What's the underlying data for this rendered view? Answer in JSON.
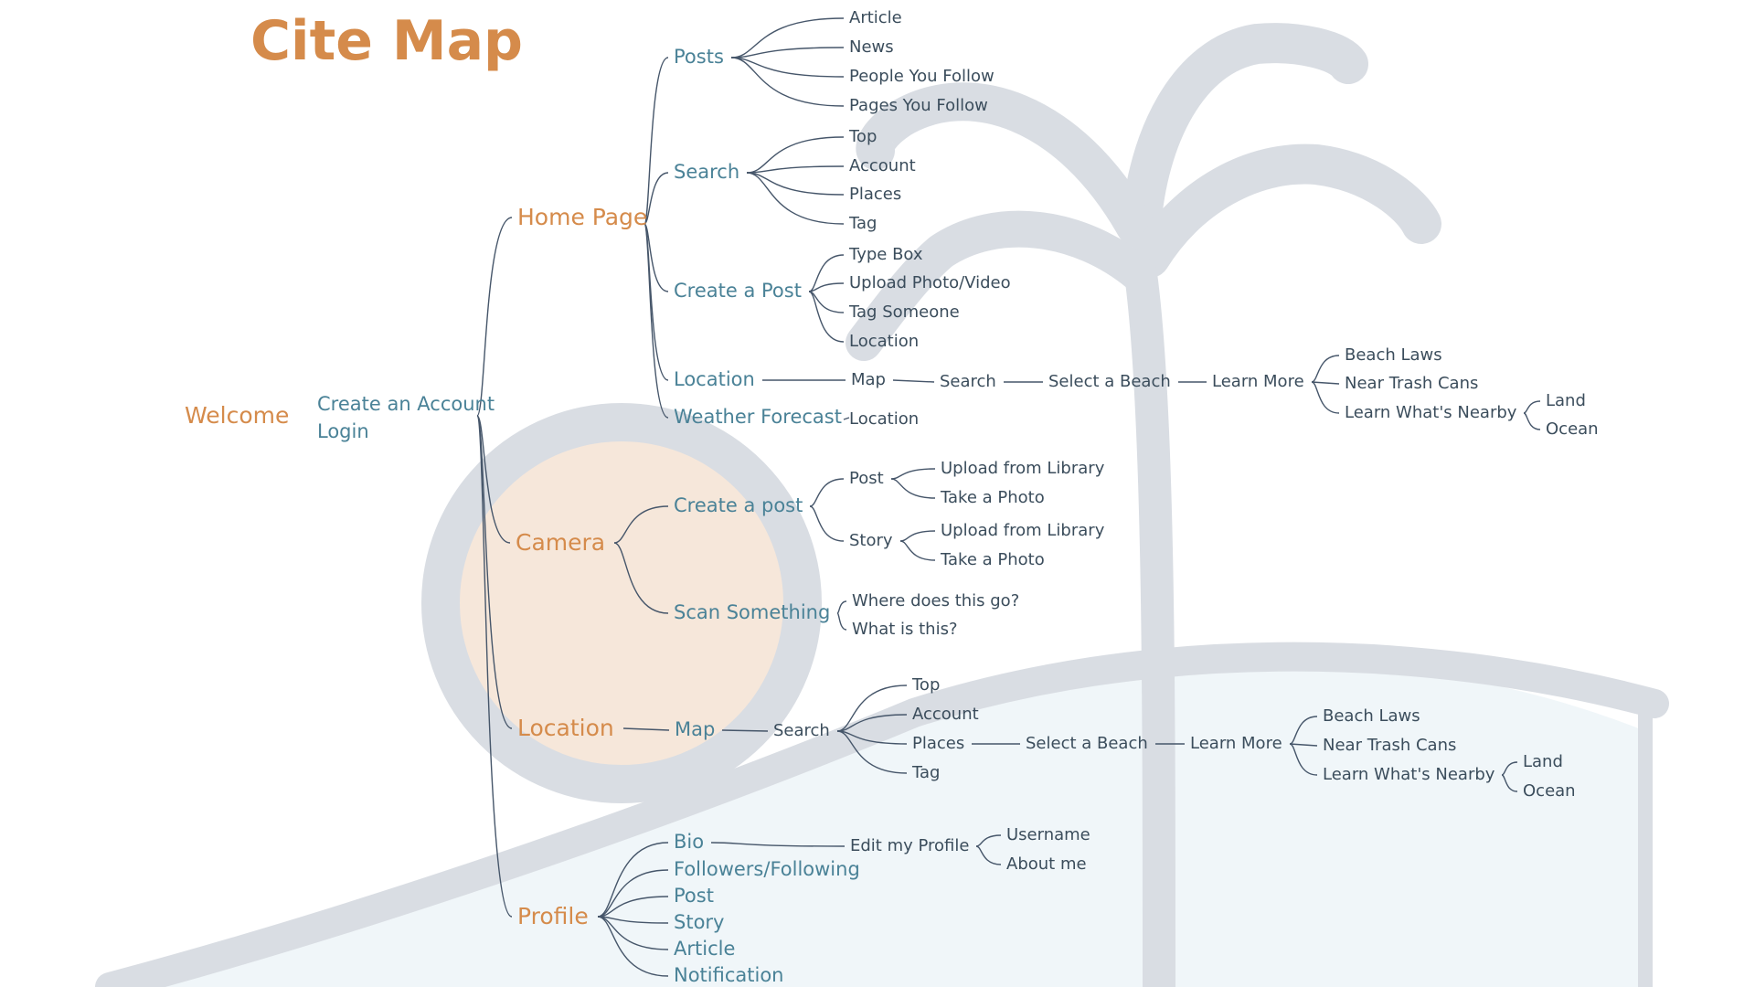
{
  "title": "Cite Map",
  "colors": {
    "title": "#d58b4b",
    "primary": "#d58b4b",
    "secondary": "#4a8297",
    "leaf": "#3b4d5c",
    "edge": "#46566a",
    "palm": "#d9dde3",
    "sun": "#f6e7da",
    "water": "#f0f6f9"
  },
  "nodes": [
    {
      "id": "welcome",
      "label": "Welcome",
      "level": "main"
    },
    {
      "id": "create-account",
      "label": "Create an Account",
      "level": "sec"
    },
    {
      "id": "login",
      "label": "Login",
      "level": "sec"
    },
    {
      "id": "home",
      "label": "Home Page",
      "level": "main"
    },
    {
      "id": "posts",
      "label": "Posts",
      "level": "sec"
    },
    {
      "id": "article",
      "label": "Article",
      "level": "leaf"
    },
    {
      "id": "news",
      "label": "News",
      "level": "leaf"
    },
    {
      "id": "people-follow",
      "label": "People You Follow",
      "level": "leaf"
    },
    {
      "id": "pages-follow",
      "label": "Pages You Follow",
      "level": "leaf"
    },
    {
      "id": "search1",
      "label": "Search",
      "level": "sec"
    },
    {
      "id": "top1",
      "label": "Top",
      "level": "leaf"
    },
    {
      "id": "account1",
      "label": "Account",
      "level": "leaf"
    },
    {
      "id": "places1",
      "label": "Places",
      "level": "leaf"
    },
    {
      "id": "tag1",
      "label": "Tag",
      "level": "leaf"
    },
    {
      "id": "create-post1",
      "label": "Create a Post",
      "level": "sec"
    },
    {
      "id": "type-box",
      "label": "Type Box",
      "level": "leaf"
    },
    {
      "id": "upload-pv",
      "label": "Upload Photo/Video",
      "level": "leaf"
    },
    {
      "id": "tag-someone",
      "label": "Tag Someone",
      "level": "leaf"
    },
    {
      "id": "location-cp",
      "label": "Location",
      "level": "leaf"
    },
    {
      "id": "location1",
      "label": "Location",
      "level": "sec"
    },
    {
      "id": "map1",
      "label": "Map",
      "level": "leaf"
    },
    {
      "id": "search2",
      "label": "Search",
      "level": "leaf"
    },
    {
      "id": "select-beach1",
      "label": "Select a Beach",
      "level": "leaf"
    },
    {
      "id": "learn-more1",
      "label": "Learn More",
      "level": "leaf"
    },
    {
      "id": "beach-laws1",
      "label": "Beach Laws",
      "level": "leaf"
    },
    {
      "id": "near-trash1",
      "label": "Near Trash Cans",
      "level": "leaf"
    },
    {
      "id": "whats-nearby1",
      "label": "Learn What's Nearby",
      "level": "leaf"
    },
    {
      "id": "land1",
      "label": "Land",
      "level": "leaf"
    },
    {
      "id": "ocean1",
      "label": "Ocean",
      "level": "leaf"
    },
    {
      "id": "weather",
      "label": "Weather Forecast",
      "level": "sec"
    },
    {
      "id": "weather-location",
      "label": "Location",
      "level": "leaf"
    },
    {
      "id": "camera",
      "label": "Camera",
      "level": "main"
    },
    {
      "id": "create-post2",
      "label": "Create a post",
      "level": "sec"
    },
    {
      "id": "post2",
      "label": "Post",
      "level": "leaf"
    },
    {
      "id": "upload-lib1",
      "label": "Upload from Library",
      "level": "leaf"
    },
    {
      "id": "take-photo1",
      "label": "Take a Photo",
      "level": "leaf"
    },
    {
      "id": "story2",
      "label": "Story",
      "level": "leaf"
    },
    {
      "id": "upload-lib2",
      "label": "Upload from Library",
      "level": "leaf"
    },
    {
      "id": "take-photo2",
      "label": "Take a Photo",
      "level": "leaf"
    },
    {
      "id": "scan",
      "label": "Scan Something",
      "level": "sec"
    },
    {
      "id": "where-go",
      "label": "Where does this go?",
      "level": "leaf"
    },
    {
      "id": "what-is",
      "label": "What is this?",
      "level": "leaf"
    },
    {
      "id": "location-main",
      "label": "Location",
      "level": "main"
    },
    {
      "id": "map2",
      "label": "Map",
      "level": "sec"
    },
    {
      "id": "search3",
      "label": "Search",
      "level": "leaf"
    },
    {
      "id": "top2",
      "label": "Top",
      "level": "leaf"
    },
    {
      "id": "account2",
      "label": "Account",
      "level": "leaf"
    },
    {
      "id": "places2",
      "label": "Places",
      "level": "leaf"
    },
    {
      "id": "tag2",
      "label": "Tag",
      "level": "leaf"
    },
    {
      "id": "select-beach2",
      "label": "Select a Beach",
      "level": "leaf"
    },
    {
      "id": "learn-more2",
      "label": "Learn More",
      "level": "leaf"
    },
    {
      "id": "beach-laws2",
      "label": "Beach Laws",
      "level": "leaf"
    },
    {
      "id": "near-trash2",
      "label": "Near Trash Cans",
      "level": "leaf"
    },
    {
      "id": "whats-nearby2",
      "label": "Learn What's Nearby",
      "level": "leaf"
    },
    {
      "id": "land2",
      "label": "Land",
      "level": "leaf"
    },
    {
      "id": "ocean2",
      "label": "Ocean",
      "level": "leaf"
    },
    {
      "id": "profile",
      "label": "Profile",
      "level": "main"
    },
    {
      "id": "bio",
      "label": "Bio",
      "level": "sec"
    },
    {
      "id": "edit-profile",
      "label": "Edit my Profile",
      "level": "leaf"
    },
    {
      "id": "username",
      "label": "Username",
      "level": "leaf"
    },
    {
      "id": "about-me",
      "label": "About me",
      "level": "leaf"
    },
    {
      "id": "followers",
      "label": "Followers/Following",
      "level": "sec"
    },
    {
      "id": "post-p",
      "label": "Post",
      "level": "sec"
    },
    {
      "id": "story-p",
      "label": "Story",
      "level": "sec"
    },
    {
      "id": "article-p",
      "label": "Article",
      "level": "sec"
    },
    {
      "id": "notification",
      "label": "Notification",
      "level": "sec"
    }
  ],
  "edges": [
    [
      "welcome",
      "home"
    ],
    [
      "welcome",
      "camera"
    ],
    [
      "welcome",
      "location-main"
    ],
    [
      "welcome",
      "profile"
    ],
    [
      "home",
      "posts"
    ],
    [
      "home",
      "search1"
    ],
    [
      "home",
      "create-post1"
    ],
    [
      "home",
      "location1"
    ],
    [
      "home",
      "weather"
    ],
    [
      "posts",
      "article"
    ],
    [
      "posts",
      "news"
    ],
    [
      "posts",
      "people-follow"
    ],
    [
      "posts",
      "pages-follow"
    ],
    [
      "search1",
      "top1"
    ],
    [
      "search1",
      "account1"
    ],
    [
      "search1",
      "places1"
    ],
    [
      "search1",
      "tag1"
    ],
    [
      "create-post1",
      "type-box"
    ],
    [
      "create-post1",
      "upload-pv"
    ],
    [
      "create-post1",
      "tag-someone"
    ],
    [
      "create-post1",
      "location-cp"
    ],
    [
      "location1",
      "map1"
    ],
    [
      "map1",
      "search2"
    ],
    [
      "search2",
      "select-beach1"
    ],
    [
      "select-beach1",
      "learn-more1"
    ],
    [
      "learn-more1",
      "beach-laws1"
    ],
    [
      "learn-more1",
      "near-trash1"
    ],
    [
      "learn-more1",
      "whats-nearby1"
    ],
    [
      "whats-nearby1",
      "land1"
    ],
    [
      "whats-nearby1",
      "ocean1"
    ],
    [
      "weather",
      "weather-location"
    ],
    [
      "camera",
      "create-post2"
    ],
    [
      "camera",
      "scan"
    ],
    [
      "create-post2",
      "post2"
    ],
    [
      "create-post2",
      "story2"
    ],
    [
      "post2",
      "upload-lib1"
    ],
    [
      "post2",
      "take-photo1"
    ],
    [
      "story2",
      "upload-lib2"
    ],
    [
      "story2",
      "take-photo2"
    ],
    [
      "scan",
      "where-go"
    ],
    [
      "scan",
      "what-is"
    ],
    [
      "location-main",
      "map2"
    ],
    [
      "map2",
      "search3"
    ],
    [
      "search3",
      "top2"
    ],
    [
      "search3",
      "account2"
    ],
    [
      "search3",
      "places2"
    ],
    [
      "search3",
      "tag2"
    ],
    [
      "places2",
      "select-beach2"
    ],
    [
      "select-beach2",
      "learn-more2"
    ],
    [
      "learn-more2",
      "beach-laws2"
    ],
    [
      "learn-more2",
      "near-trash2"
    ],
    [
      "learn-more2",
      "whats-nearby2"
    ],
    [
      "whats-nearby2",
      "land2"
    ],
    [
      "whats-nearby2",
      "ocean2"
    ],
    [
      "profile",
      "bio"
    ],
    [
      "profile",
      "followers"
    ],
    [
      "profile",
      "post-p"
    ],
    [
      "profile",
      "story-p"
    ],
    [
      "profile",
      "article-p"
    ],
    [
      "profile",
      "notification"
    ],
    [
      "bio",
      "edit-profile"
    ],
    [
      "edit-profile",
      "username"
    ],
    [
      "edit-profile",
      "about-me"
    ]
  ]
}
